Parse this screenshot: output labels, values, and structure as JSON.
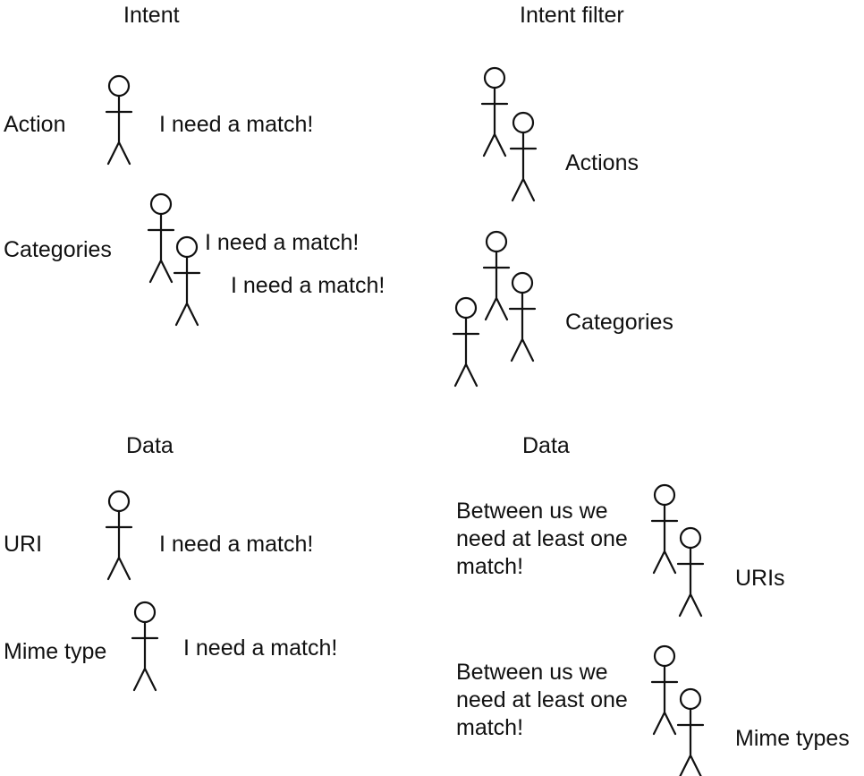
{
  "intent": {
    "heading": "Intent",
    "action_label": "Action",
    "action_speech": "I need a match!",
    "categories_label": "Categories",
    "categories_speech_1": "I need a match!",
    "categories_speech_2": "I need a match!"
  },
  "intent_filter": {
    "heading": "Intent filter",
    "actions_label": "Actions",
    "categories_label": "Categories"
  },
  "intent_data": {
    "heading": "Data",
    "uri_label": "URI",
    "uri_speech": "I need a match!",
    "mime_label": "Mime type",
    "mime_speech": "I need a match!"
  },
  "filter_data": {
    "heading": "Data",
    "uris_speech": "Between us we\nneed at least one\nmatch!",
    "uris_label": "URIs",
    "mime_speech": "Between us we\nneed at least one\nmatch!",
    "mime_label": "Mime types"
  },
  "colors": {
    "ink": "#111111",
    "background": "#ffffff"
  }
}
